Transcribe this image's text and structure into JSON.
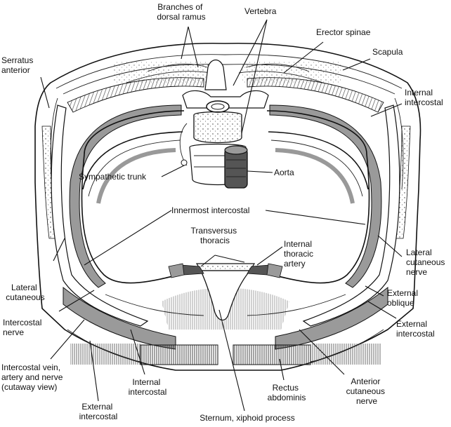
{
  "labels": {
    "branches_dorsal_ramus": [
      "Branches of",
      "dorsal ramus"
    ],
    "vertebra": "Vertebra",
    "erector_spinae": "Erector spinae",
    "serratus_anterior": [
      "Serratus",
      "anterior"
    ],
    "scapula": "Scapula",
    "internal_intercostal_top": [
      "Internal",
      "intercostal"
    ],
    "sympathetic_trunk": "Sympathetic trunk",
    "aorta": "Aorta",
    "innermost_intercostal": "Innermost intercostal",
    "transversus_thoracis": [
      "Transversus",
      "thoracis"
    ],
    "internal_thoracic_artery": [
      "Internal",
      "thoracic",
      "artery"
    ],
    "lateral_cutaneous_nerve": [
      "Lateral",
      "cutaneous",
      "nerve"
    ],
    "lateral_cutaneous": [
      "Lateral",
      "cutaneous"
    ],
    "external_oblique": [
      "External",
      "oblique"
    ],
    "intercostal_nerve": [
      "Intercostal",
      "nerve"
    ],
    "external_intercostal_right": [
      "External",
      "intercostal"
    ],
    "intercostal_vein_artery_nerve": [
      "Intercostal vein,",
      "artery and nerve",
      "(cutaway view)"
    ],
    "internal_intercostal_bottom": [
      "Internal",
      "intercostal"
    ],
    "rectus_abdominis": [
      "Rectus",
      "abdominis"
    ],
    "anterior_cutaneous_nerve": [
      "Anterior",
      "cutaneous",
      "nerve"
    ],
    "external_intercostal_bottom": [
      "External",
      "intercostal"
    ],
    "sternum_xiphoid": "Sternum, xiphoid process"
  },
  "colors": {
    "line": "#111111",
    "muscle_gray": "#9a9a9a",
    "dark_gray": "#555555",
    "background": "#ffffff"
  }
}
